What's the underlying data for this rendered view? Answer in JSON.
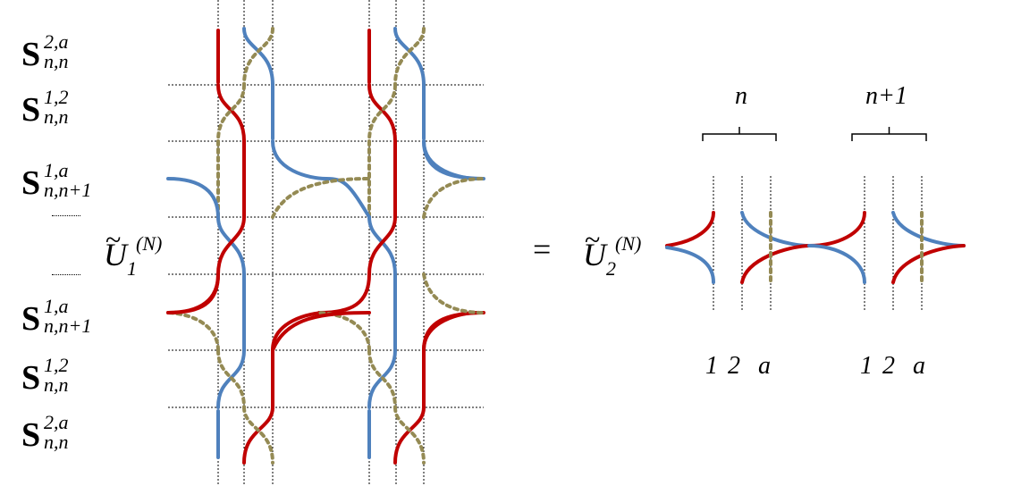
{
  "left_labels": [
    {
      "base": "S",
      "sup": "2,a",
      "sub": "n,n"
    },
    {
      "base": "S",
      "sup": "1,2",
      "sub": "n,n"
    },
    {
      "base": "S",
      "sup": "1,a",
      "sub": "n,n+1"
    },
    {
      "base": "S",
      "sup": "1,a",
      "sub": "n,n+1"
    },
    {
      "base": "S",
      "sup": "1,2",
      "sub": "n,n"
    },
    {
      "base": "S",
      "sup": "2,a",
      "sub": "n,n"
    }
  ],
  "u1": {
    "base": "U",
    "sub": "1",
    "sup": "(N)"
  },
  "u2": {
    "base": "U",
    "sub": "2",
    "sup": "(N)"
  },
  "equals": "=",
  "brace_labels": [
    "n",
    "n+1"
  ],
  "strand_labels": [
    [
      "1",
      "2",
      "a"
    ],
    [
      "1",
      "2",
      "a"
    ]
  ],
  "colors": {
    "red": "#c00000",
    "blue": "#4f81bd",
    "olive": "#948a54",
    "guide": "#000000"
  }
}
